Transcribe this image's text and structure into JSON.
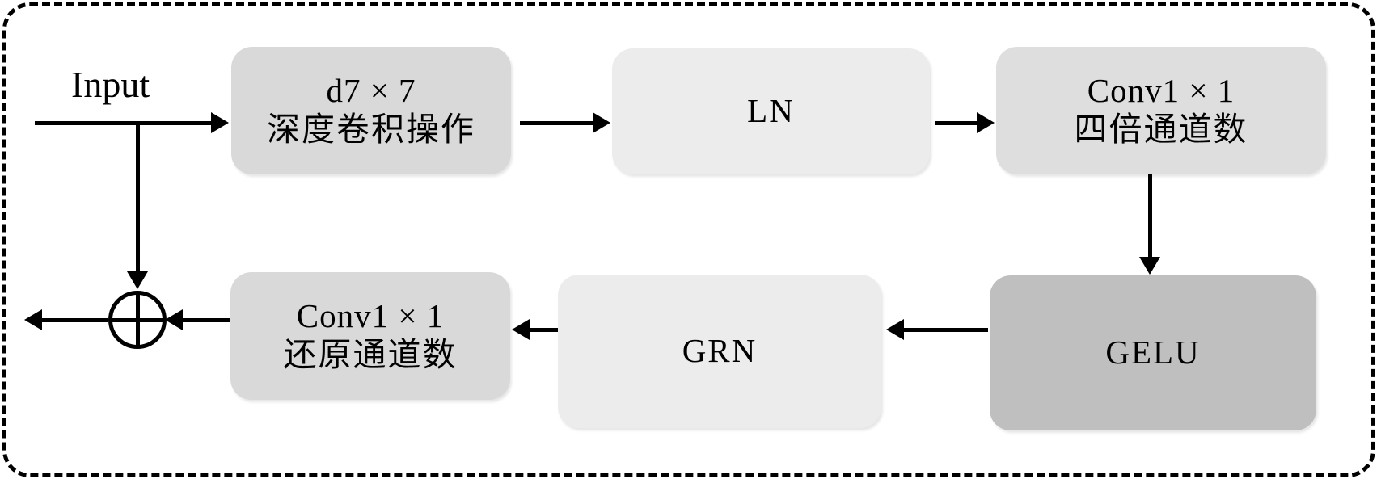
{
  "diagram": {
    "title_label": "Input",
    "frame": {
      "style": "dashed-rounded-rectangle",
      "color": "#000000"
    },
    "nodes": [
      {
        "id": "dwconv",
        "line1": "d7 × 7",
        "line2": "深度卷积操作",
        "fill": "#d9d9d9"
      },
      {
        "id": "ln",
        "line1": "LN",
        "line2": "",
        "fill": "#ececec"
      },
      {
        "id": "conv-up",
        "line1": "Conv1 × 1",
        "line2": "四倍通道数",
        "fill": "#dedede"
      },
      {
        "id": "gelu",
        "line1": "GELU",
        "line2": "",
        "fill": "#bfbfbf"
      },
      {
        "id": "grn",
        "line1": "GRN",
        "line2": "",
        "fill": "#ececec"
      },
      {
        "id": "conv-dn",
        "line1": "Conv1 × 1",
        "line2": "还原通道数",
        "fill": "#d9d9d9"
      }
    ],
    "operator": {
      "symbol": "⊕",
      "name": "element-wise-addition"
    },
    "flow": [
      "Input → d7 × 7 深度卷积操作",
      "d7 × 7 深度卷积操作 → LN",
      "LN → Conv1 × 1 四倍通道数",
      "Conv1 × 1 四倍通道数 → GELU",
      "GELU → GRN",
      "GRN → Conv1 × 1 还原通道数",
      "Conv1 × 1 还原通道数 → ⊕",
      "Input → ⊕ (skip connection)",
      "⊕ → Output"
    ]
  }
}
